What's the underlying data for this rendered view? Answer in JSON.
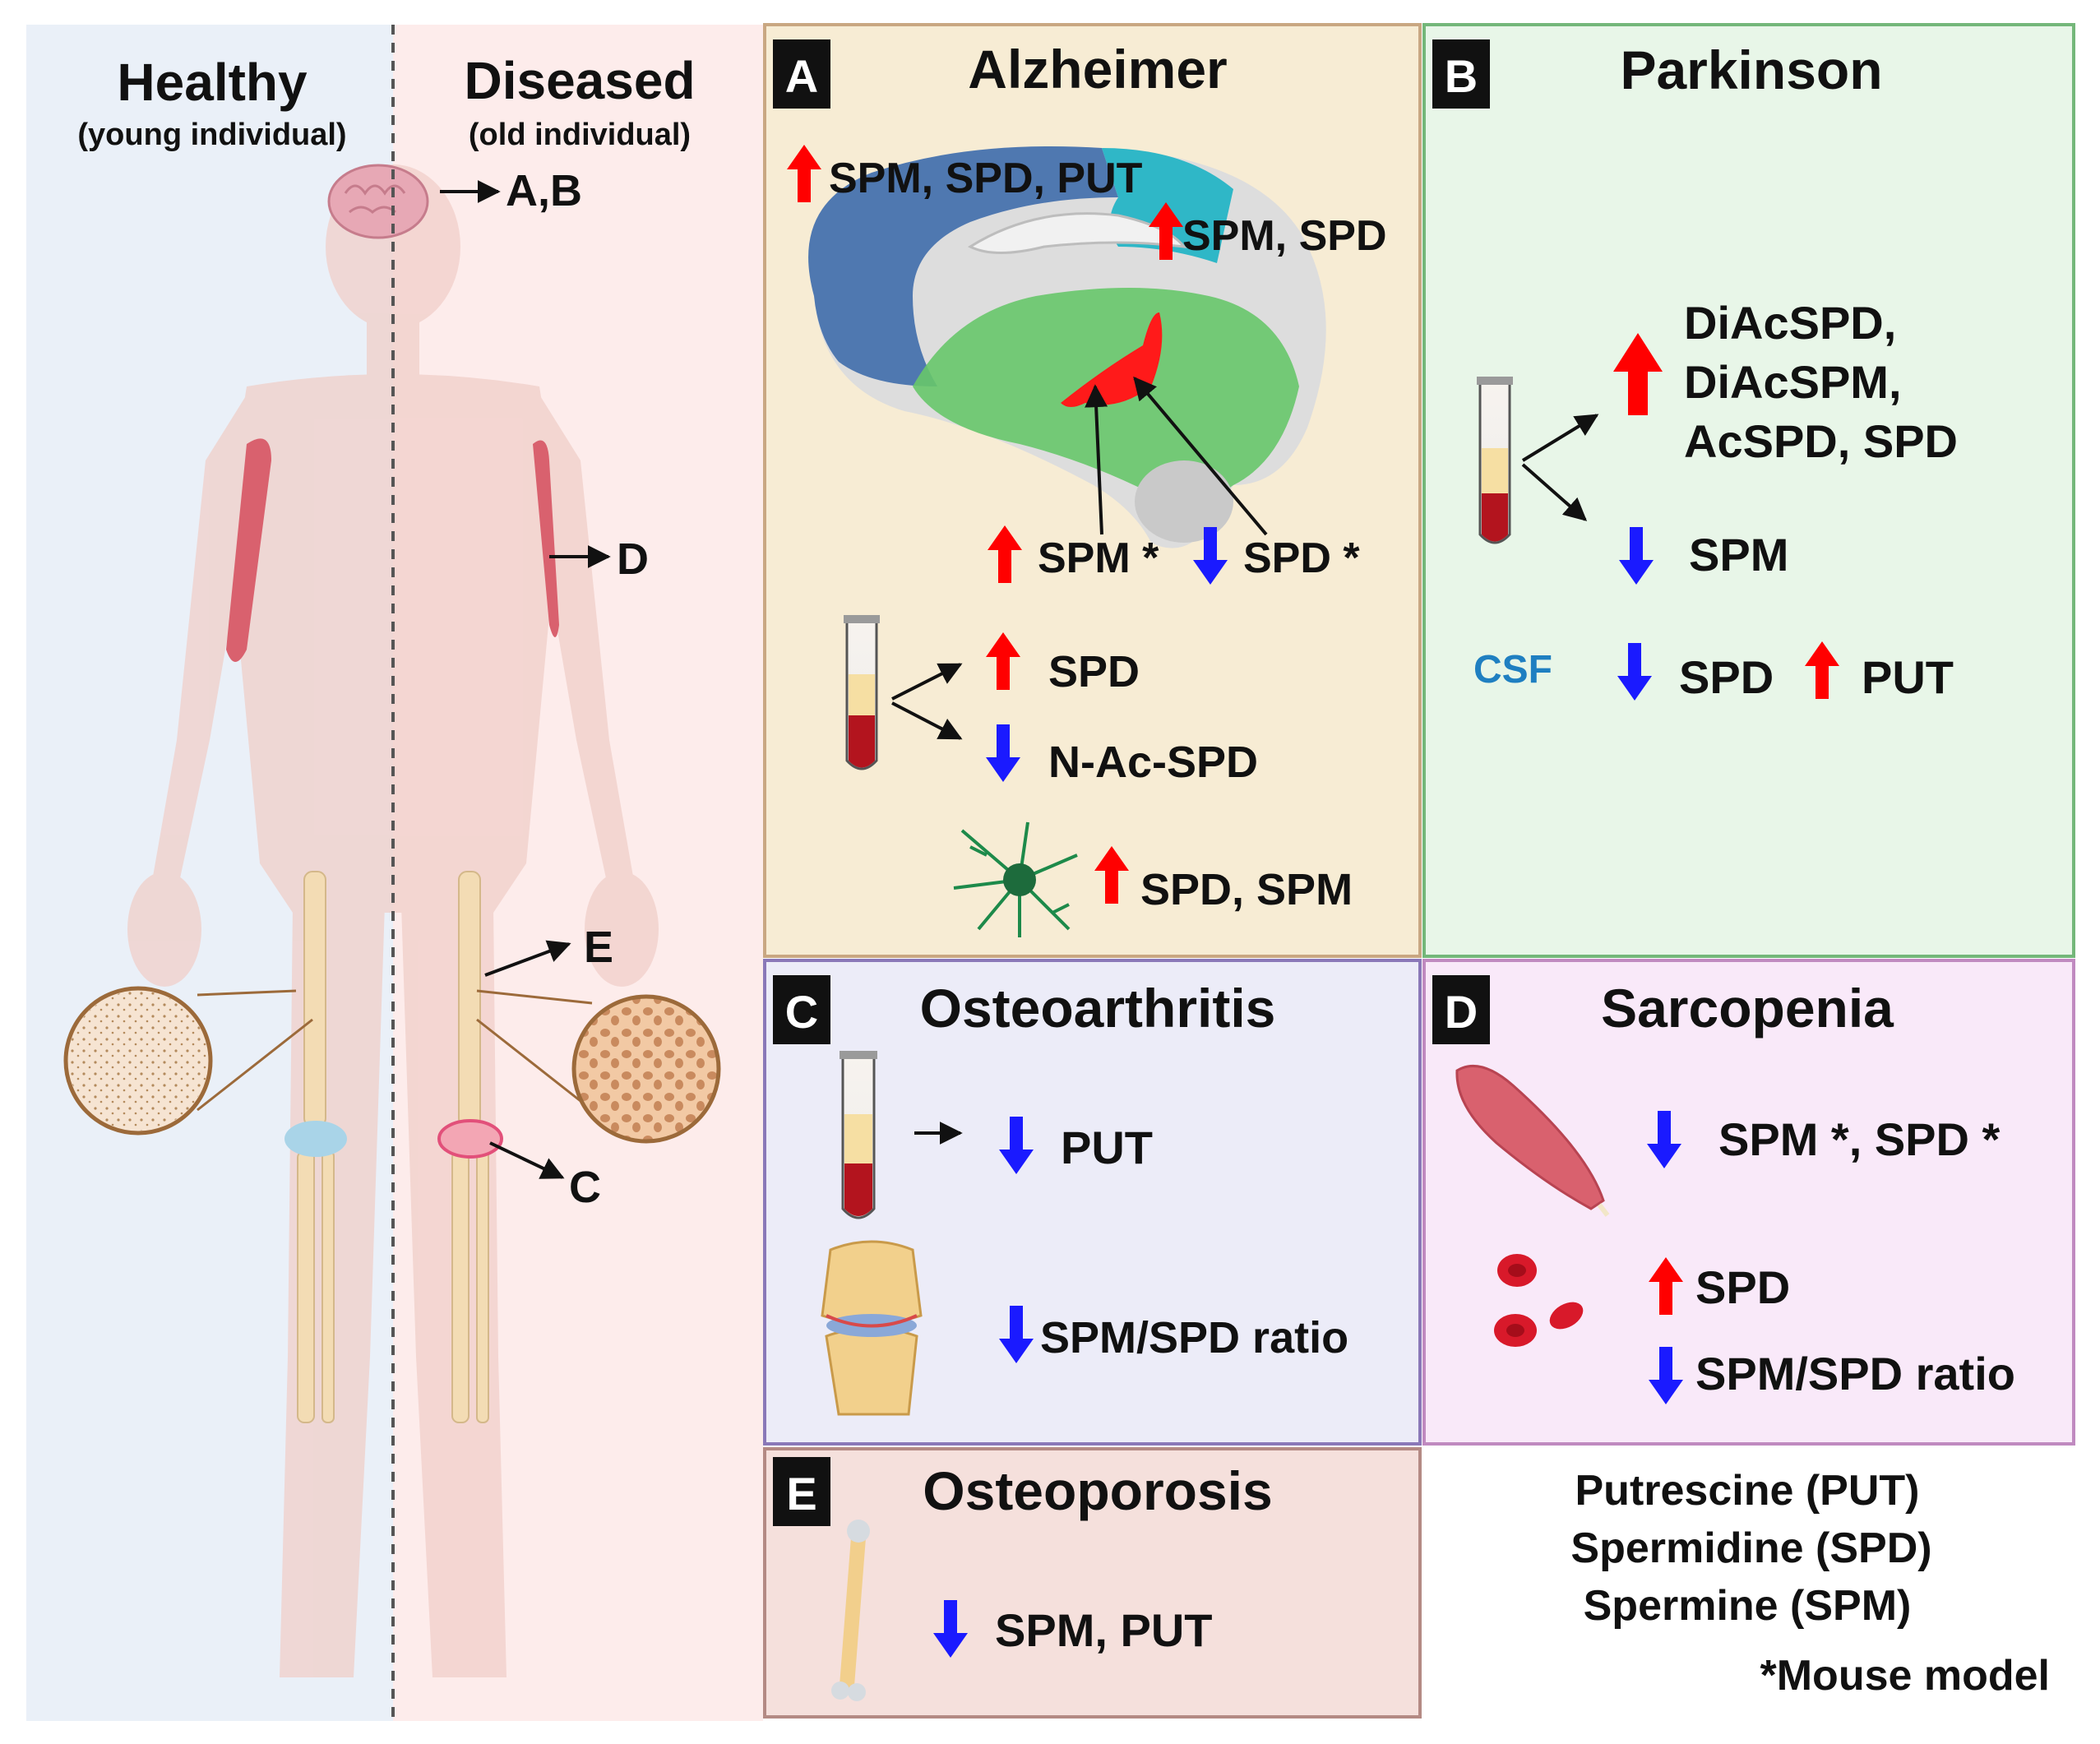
{
  "left": {
    "healthy_title": "Healthy",
    "healthy_sub": "(young individual)",
    "diseased_title": "Diseased",
    "diseased_sub": "(old individual)",
    "pointer_ab": "A,B",
    "pointer_d": "D",
    "pointer_e": "E",
    "pointer_c": "C"
  },
  "panels": {
    "a": {
      "letter": "A",
      "title": "Alzheimer",
      "brain_up1": "SPM, SPD, PUT",
      "brain_up2": "SPM, SPD",
      "region_spm": "SPM *",
      "region_spd": "SPD *",
      "blood_up": "SPD",
      "blood_down": "N-Ac-SPD",
      "neuron_up": "SPD, SPM"
    },
    "b": {
      "letter": "B",
      "title": "Parkinson",
      "up_line1": "DiAcSPD,",
      "up_line2": "DiAcSPM,",
      "up_line3": "AcSPD, SPD",
      "down": "SPM",
      "csf_label": "CSF",
      "csf_down": "SPD",
      "csf_up": "PUT"
    },
    "c": {
      "letter": "C",
      "title": "Osteoarthritis",
      "blood_down": "PUT",
      "knee_down": "SPM/SPD ratio"
    },
    "d": {
      "letter": "D",
      "title": "Sarcopenia",
      "muscle_down": "SPM *, SPD *",
      "rbc_up": "SPD",
      "rbc_down": "SPM/SPD ratio"
    },
    "e": {
      "letter": "E",
      "title": "Osteoporosis",
      "bone_down": "SPM, PUT"
    }
  },
  "legend": {
    "put": "Putrescine (PUT)",
    "spd": "Spermidine (SPD)",
    "spm": "Spermine (SPM)",
    "note": "*Mouse model"
  },
  "colors": {
    "up": "#ff0000",
    "down": "#1a1aff",
    "csf": "#1f7fc1",
    "healthy_bg": "#eaf0f8",
    "diseased_bg": "#fdeceb",
    "panel_a": "#f7ecd4",
    "panel_b": "#e8f6e8",
    "panel_c": "#ececf8",
    "panel_d": "#f9e9f9",
    "panel_e": "#f5e0dc"
  }
}
